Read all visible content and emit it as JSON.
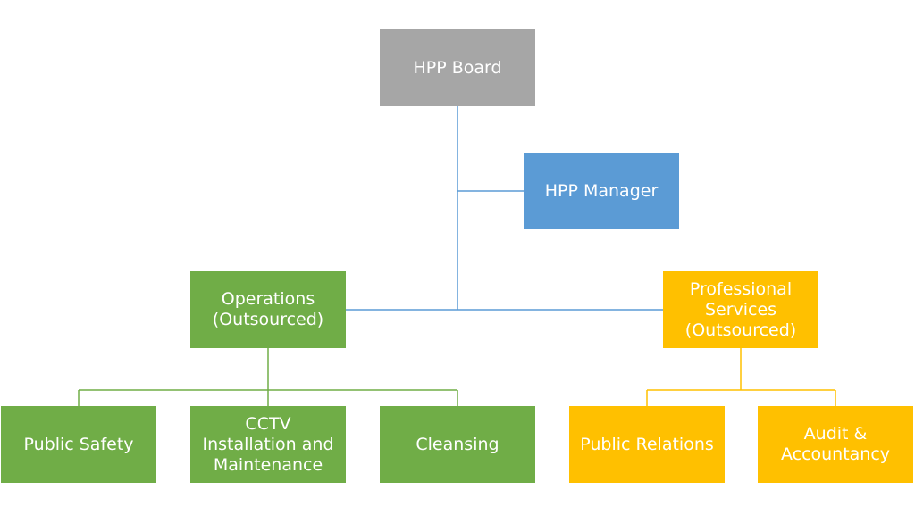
{
  "colors": {
    "board": "#a6a6a6",
    "manager": "#5b9bd5",
    "operations": "#70ad47",
    "professional": "#ffc000",
    "blue_connector": "#5b9bd5"
  },
  "nodes": {
    "board": "HPP Board",
    "manager": "HPP Manager",
    "operations": "Operations\n(Outsourced)",
    "professional_services": "Professional\nServices\n(Outsourced)",
    "public_safety": "Public Safety",
    "cctv": "CCTV\nInstallation and\nMaintenance",
    "cleansing": "Cleansing",
    "public_relations": "Public Relations",
    "audit": "Audit &\nAccountancy"
  }
}
